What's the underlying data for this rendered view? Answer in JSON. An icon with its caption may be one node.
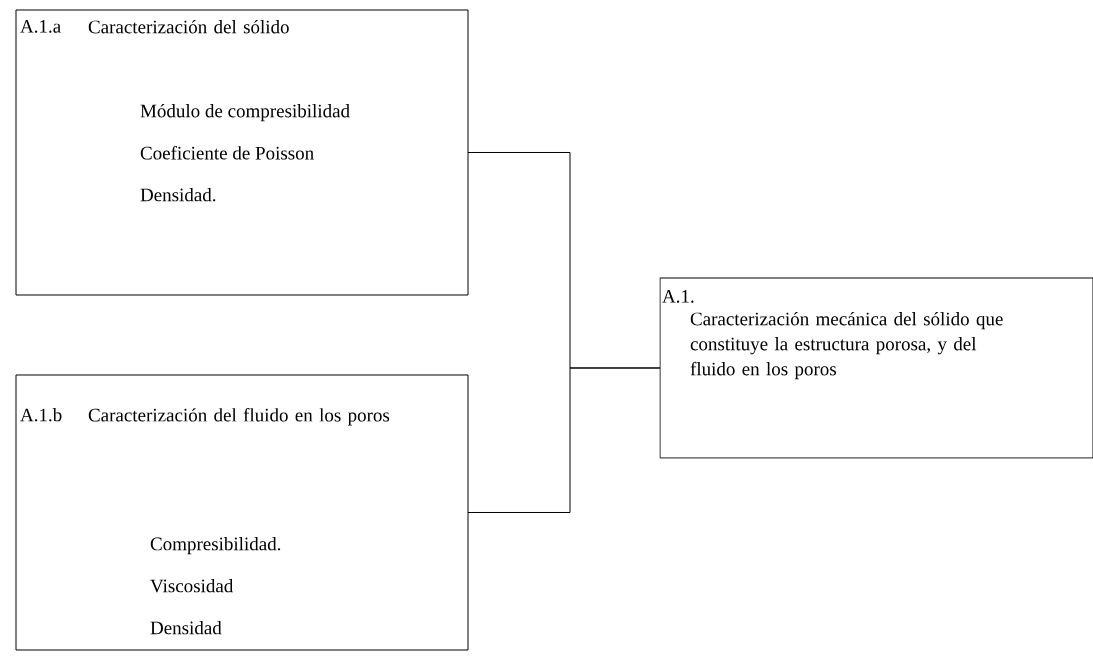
{
  "diagram": {
    "nodes": [
      {
        "text": [
          "A.1.a",
          "Caracterización del sólido",
          "Módulo de compresibilidad",
          "Coeficiente de Poisson",
          "Densidad."
        ]
      },
      {
        "text": [
          "A.1.b",
          "Caracterización del fluido en los poros",
          "Compresibilidad.",
          "Viscosidad",
          "Densidad"
        ]
      },
      {
        "text": [
          "A.1.",
          "Caracterización mecánica del sólido que constituye la estructura porosa, y del fluido en los poros"
        ]
      }
    ],
    "edges": [
      {
        "from": 0,
        "to": 2,
        "arrow": "none"
      },
      {
        "from": 1,
        "to": 2,
        "arrow": "none"
      }
    ]
  }
}
